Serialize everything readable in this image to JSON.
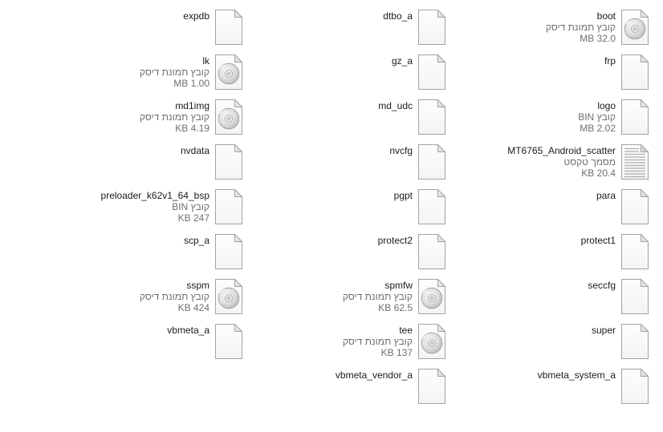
{
  "view": {
    "kind": "file-explorer-tiles",
    "direction": "rtl",
    "columns": 3
  },
  "colors": {
    "background": "#ffffff",
    "filename_text": "#1b1b1b",
    "secondary_text": "#6f6f6f",
    "icon_outline": "#a3a3a3",
    "icon_fill": "#fcfcfc"
  },
  "labels": {
    "type_disk_image": "קובץ תמונת דיסק",
    "type_bin": "קובץ BIN",
    "type_text_document": "מסמך טקסט"
  },
  "files": [
    {
      "name": "boot",
      "type": "קובץ תמונת דיסק",
      "size": "32.0 MB",
      "icon": "disc-image"
    },
    {
      "name": "dtbo_a",
      "type": "",
      "size": "",
      "icon": "generic"
    },
    {
      "name": "expdb",
      "type": "",
      "size": "",
      "icon": "generic"
    },
    {
      "name": "frp",
      "type": "",
      "size": "",
      "icon": "generic"
    },
    {
      "name": "gz_a",
      "type": "",
      "size": "",
      "icon": "generic"
    },
    {
      "name": "lk",
      "type": "קובץ תמונת דיסק",
      "size": "1.00 MB",
      "icon": "disc-image"
    },
    {
      "name": "logo",
      "type": "קובץ BIN",
      "size": "2.02 MB",
      "icon": "generic"
    },
    {
      "name": "md_udc",
      "type": "",
      "size": "",
      "icon": "generic"
    },
    {
      "name": "md1img",
      "type": "קובץ תמונת דיסק",
      "size": "4.19 KB",
      "icon": "disc-image"
    },
    {
      "name": "MT6765_Android_scatter",
      "type": "מסמך טקסט",
      "size": "20.4 KB",
      "icon": "text-document"
    },
    {
      "name": "nvcfg",
      "type": "",
      "size": "",
      "icon": "generic"
    },
    {
      "name": "nvdata",
      "type": "",
      "size": "",
      "icon": "generic"
    },
    {
      "name": "para",
      "type": "",
      "size": "",
      "icon": "generic"
    },
    {
      "name": "pgpt",
      "type": "",
      "size": "",
      "icon": "generic"
    },
    {
      "name": "preloader_k62v1_64_bsp",
      "type": "קובץ BIN",
      "size": "247 KB",
      "icon": "generic"
    },
    {
      "name": "protect1",
      "type": "",
      "size": "",
      "icon": "generic"
    },
    {
      "name": "protect2",
      "type": "",
      "size": "",
      "icon": "generic"
    },
    {
      "name": "scp_a",
      "type": "",
      "size": "",
      "icon": "generic"
    },
    {
      "name": "seccfg",
      "type": "",
      "size": "",
      "icon": "generic"
    },
    {
      "name": "spmfw",
      "type": "קובץ תמונת דיסק",
      "size": "62.5 KB",
      "icon": "disc-image"
    },
    {
      "name": "sspm",
      "type": "קובץ תמונת דיסק",
      "size": "424 KB",
      "icon": "disc-image"
    },
    {
      "name": "super",
      "type": "",
      "size": "",
      "icon": "generic"
    },
    {
      "name": "tee",
      "type": "קובץ תמונת דיסק",
      "size": "137 KB",
      "icon": "disc-image"
    },
    {
      "name": "vbmeta_a",
      "type": "",
      "size": "",
      "icon": "generic"
    },
    {
      "name": "vbmeta_system_a",
      "type": "",
      "size": "",
      "icon": "generic"
    },
    {
      "name": "vbmeta_vendor_a",
      "type": "",
      "size": "",
      "icon": "generic"
    }
  ]
}
